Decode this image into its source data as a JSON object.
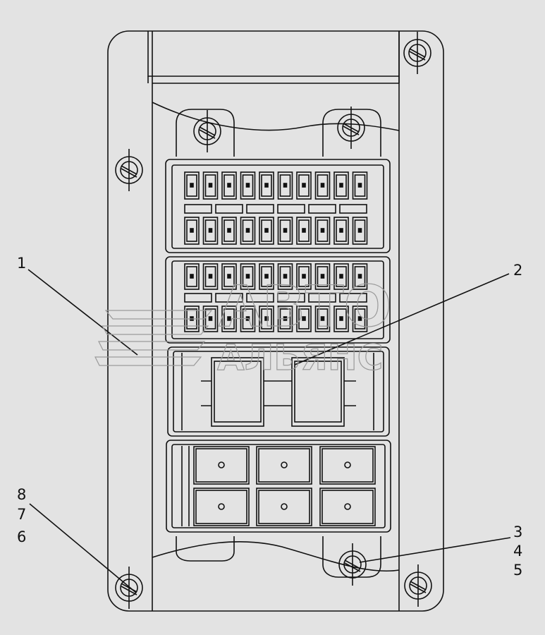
{
  "diagram": {
    "callouts": [
      {
        "id": "c1",
        "label": "1"
      },
      {
        "id": "c2",
        "label": "2"
      },
      {
        "id": "c3",
        "label": "3"
      },
      {
        "id": "c4",
        "label": "4"
      },
      {
        "id": "c5",
        "label": "5"
      },
      {
        "id": "c6",
        "label": "6"
      },
      {
        "id": "c7",
        "label": "7"
      },
      {
        "id": "c8",
        "label": "8"
      }
    ],
    "watermark": {
      "line1": "АВТО",
      "line2": "АЛЬЯНС"
    },
    "colors": {
      "background": "#e3e3e3",
      "line": "#111111",
      "watermark": "#9a9a9a"
    }
  }
}
